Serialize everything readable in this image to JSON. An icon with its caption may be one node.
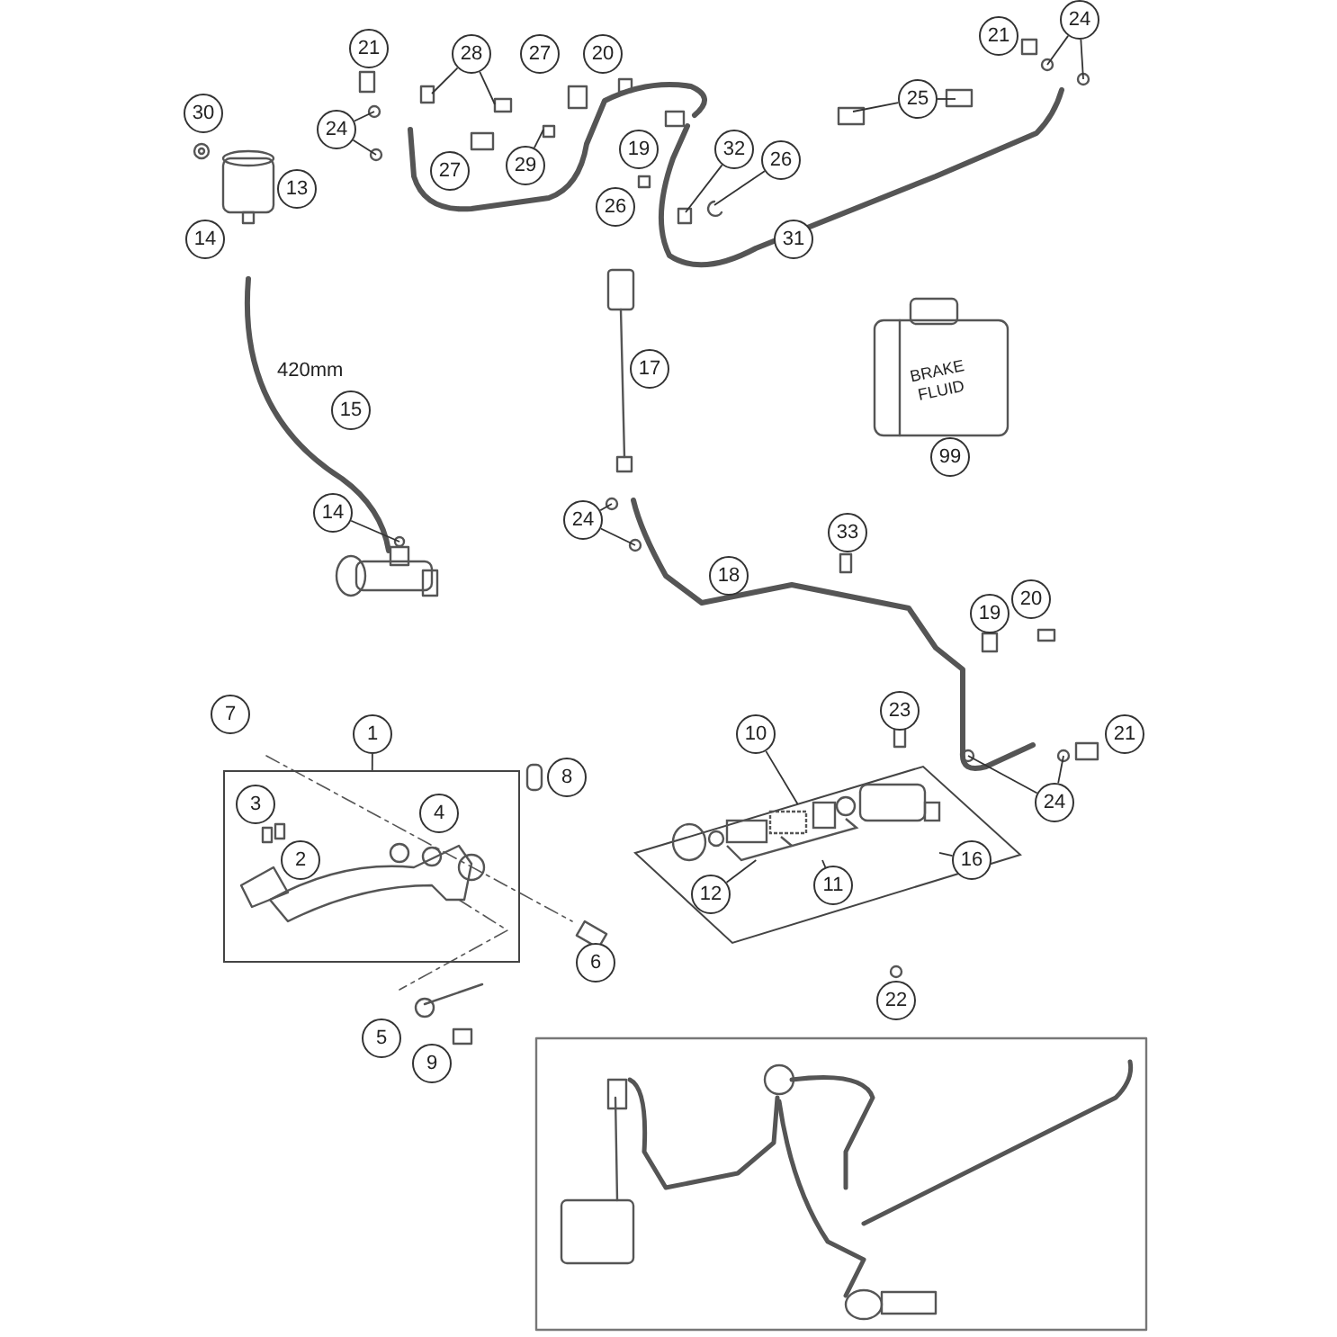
{
  "diagram": {
    "nodes": [
      {
        "text": [
          "24"
        ]
      },
      {
        "text": [
          "21"
        ]
      },
      {
        "text": [
          "21"
        ]
      },
      {
        "text": [
          "28"
        ]
      },
      {
        "text": [
          "27"
        ]
      },
      {
        "text": [
          "20"
        ]
      },
      {
        "text": [
          "25"
        ]
      },
      {
        "text": [
          "30"
        ]
      },
      {
        "text": [
          "24"
        ]
      },
      {
        "text": [
          "19"
        ]
      },
      {
        "text": [
          "32"
        ]
      },
      {
        "text": [
          "26"
        ]
      },
      {
        "text": [
          "29"
        ]
      },
      {
        "text": [
          "27"
        ]
      },
      {
        "text": [
          "13"
        ]
      },
      {
        "text": [
          "26"
        ]
      },
      {
        "text": [
          "14"
        ]
      },
      {
        "text": [
          "31"
        ]
      },
      {
        "text": [
          "17"
        ]
      },
      {
        "text": [
          "15"
        ]
      },
      {
        "text": [
          "99"
        ]
      },
      {
        "text": [
          "24"
        ]
      },
      {
        "text": [
          "14"
        ]
      },
      {
        "text": [
          "33"
        ]
      },
      {
        "text": [
          "18"
        ]
      },
      {
        "text": [
          "20"
        ]
      },
      {
        "text": [
          "19"
        ]
      },
      {
        "text": [
          "23"
        ]
      },
      {
        "text": [
          "7"
        ]
      },
      {
        "text": [
          "1"
        ]
      },
      {
        "text": [
          "21"
        ]
      },
      {
        "text": [],
        "shape": "box"
      },
      {
        "text": [
          "8"
        ]
      },
      {
        "text": [
          "3"
        ],
        "in": 31
      },
      {
        "text": [
          "4"
        ],
        "in": 31
      },
      {
        "text": [
          "2"
        ],
        "in": 31
      },
      {
        "text": [
          "10"
        ]
      },
      {
        "text": [],
        "shape": "box"
      },
      {
        "text": [],
        "shape": "picture",
        "in": 37
      },
      {
        "text": [
          "24"
        ]
      },
      {
        "text": [
          "16"
        ],
        "in": 37
      },
      {
        "text": [
          "11"
        ],
        "in": 37
      },
      {
        "text": [
          "12"
        ],
        "in": 37
      },
      {
        "text": [
          "22"
        ]
      },
      {
        "text": [
          "6"
        ]
      },
      {
        "text": [
          "5"
        ]
      },
      {
        "text": [
          "9"
        ]
      }
    ],
    "edges": [
      {
        "from": 0,
        "to": null,
        "arrow": "none"
      },
      {
        "from": 0,
        "to": null,
        "arrow": "none"
      },
      {
        "from": 3,
        "to": null,
        "arrow": "none"
      },
      {
        "from": 3,
        "to": null,
        "arrow": "none"
      },
      {
        "from": 6,
        "to": null,
        "arrow": "none"
      },
      {
        "from": 6,
        "to": null,
        "arrow": "none"
      },
      {
        "from": 8,
        "to": null,
        "arrow": "none"
      },
      {
        "from": 8,
        "to": null,
        "arrow": "none"
      },
      {
        "from": 12,
        "to": null,
        "arrow": "none"
      },
      {
        "from": 10,
        "to": null,
        "arrow": "none"
      },
      {
        "from": 11,
        "to": null,
        "arrow": "none"
      },
      {
        "from": 21,
        "to": null,
        "arrow": "none"
      },
      {
        "from": 21,
        "to": null,
        "arrow": "none"
      },
      {
        "from": 22,
        "to": null,
        "arrow": "none"
      },
      {
        "from": 29,
        "to": 31,
        "arrow": "none"
      },
      {
        "from": 36,
        "to": 37,
        "arrow": "none"
      },
      {
        "from": 39,
        "to": null,
        "arrow": "none"
      },
      {
        "from": 39,
        "to": null,
        "arrow": "none"
      },
      {
        "from": 40,
        "to": 38,
        "arrow": "none"
      },
      {
        "from": 41,
        "to": 38,
        "arrow": "none"
      },
      {
        "from": 42,
        "to": 38,
        "arrow": "none"
      }
    ],
    "labels": [
      "420mm",
      "BRAKE FLUID"
    ]
  }
}
